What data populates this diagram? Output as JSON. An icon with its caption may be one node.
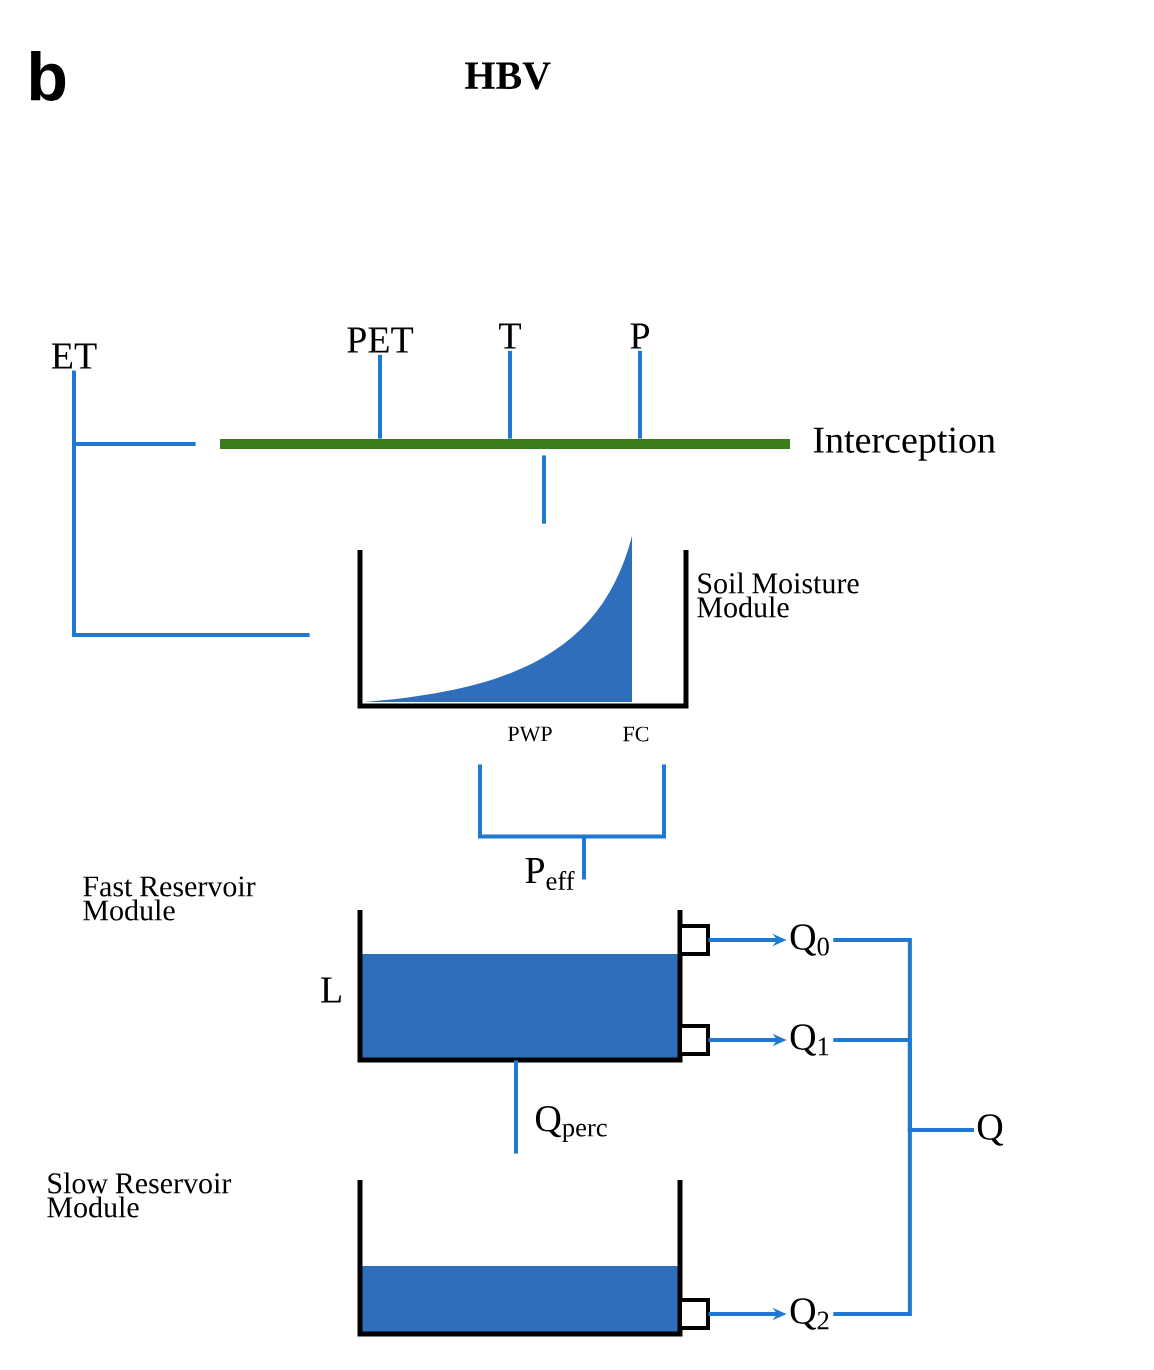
{
  "diagram": {
    "title": "HBV",
    "nodes": [
      {
        "text": [
          "ET"
        ]
      },
      {
        "text": [
          "PET"
        ]
      },
      {
        "text": [
          "T"
        ]
      },
      {
        "text": [
          "P"
        ]
      },
      {
        "text": [
          "Interception"
        ]
      },
      {
        "text": [
          "Soil Moisture Module"
        ]
      },
      {
        "text": [
          "Fast Reservoir Module"
        ],
        "beside": [
          "L"
        ]
      },
      {
        "text": [
          "Q$_{0}$"
        ]
      },
      {
        "text": [
          "Q$_{1}$"
        ]
      },
      {
        "text": [
          "Slow Reservoir Module"
        ]
      },
      {
        "text": [
          "Q$_{2}$"
        ]
      },
      {
        "text": [
          "Q"
        ]
      }
    ],
    "edges": [
      {
        "from": 1,
        "to": 4,
        "arrow": "none"
      },
      {
        "from": 2,
        "to": 4,
        "arrow": "none"
      },
      {
        "from": 3,
        "to": 4,
        "arrow": "none"
      },
      {
        "from": 0,
        "to": 4,
        "arrow": "none"
      },
      {
        "from": 0,
        "to": 5,
        "arrow": "none"
      },
      {
        "from": 4,
        "to": 5,
        "arrow": "none"
      },
      {
        "from": 5,
        "to": 6,
        "arrow": "none",
        "label": "P$_{eff}$"
      },
      {
        "from": 6,
        "to": 7,
        "arrow": "to"
      },
      {
        "from": 6,
        "to": 8,
        "arrow": "to"
      },
      {
        "from": 6,
        "to": 9,
        "arrow": "none",
        "label": "Q$_{perc}$"
      },
      {
        "from": 9,
        "to": 10,
        "arrow": "to"
      },
      {
        "from": 7,
        "to": 11,
        "arrow": "none"
      },
      {
        "from": 8,
        "to": 11,
        "arrow": "none"
      },
      {
        "from": 10,
        "to": 11,
        "arrow": "none"
      }
    ],
    "labels": [
      "b",
      "PWP",
      "FC"
    ]
  }
}
